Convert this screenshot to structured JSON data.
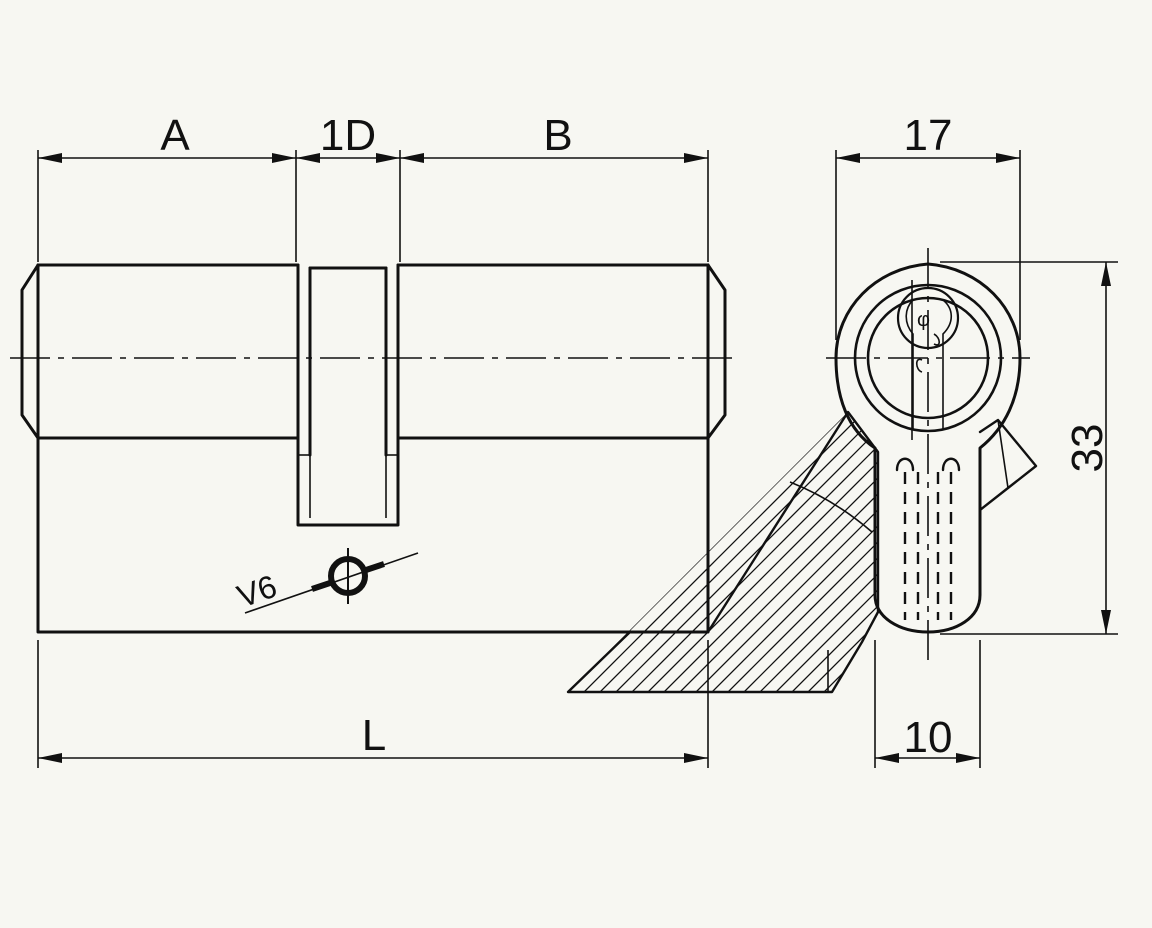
{
  "labels": {
    "dim_a": "A",
    "dim_1d": "1D",
    "dim_b": "B",
    "dim_l": "L",
    "dim_width": "17",
    "dim_height": "33",
    "dim_bottom": "10",
    "screw_note": "V6"
  },
  "colors": {
    "line": "#111111",
    "background": "#f7f7f2"
  }
}
